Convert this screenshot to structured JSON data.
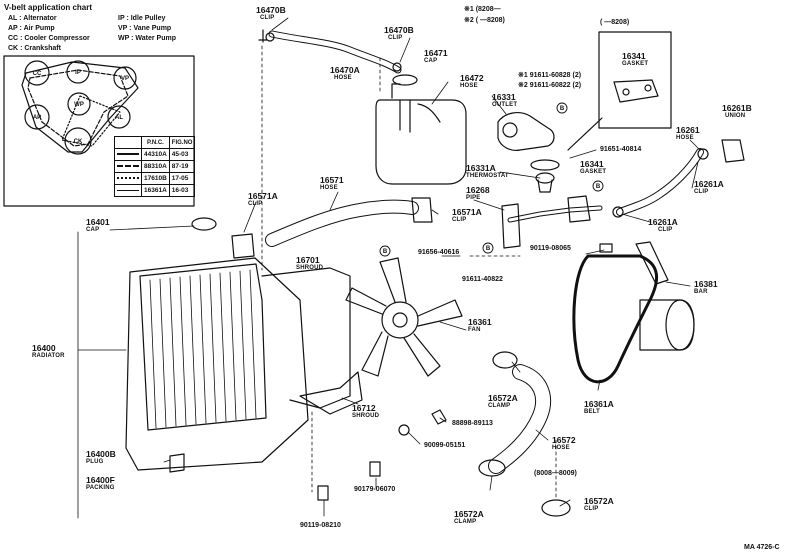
{
  "legend": {
    "title": "V-belt application chart",
    "items": [
      {
        "code": "AL",
        "desc": "Alternator"
      },
      {
        "code": "AP",
        "desc": "Air Pump"
      },
      {
        "code": "CC",
        "desc": "Cooler Compressor"
      },
      {
        "code": "CK",
        "desc": "Crankshaft"
      },
      {
        "code": "IP",
        "desc": "Idle Pulley"
      },
      {
        "code": "VP",
        "desc": "Vane Pump"
      },
      {
        "code": "WP",
        "desc": "Water Pump"
      }
    ],
    "pulleys": [
      "CC",
      "IP",
      "VP",
      "WP",
      "AP",
      "AL",
      "CK"
    ],
    "table": {
      "headers": [
        "P.N.C.",
        "FIG.NO"
      ],
      "rows": [
        {
          "pnc": "44310A",
          "fig": "45-03"
        },
        {
          "pnc": "88310A",
          "fig": "87-19"
        },
        {
          "pnc": "17610B",
          "fig": "17-05"
        },
        {
          "pnc": "16361A",
          "fig": "16-03"
        }
      ]
    }
  },
  "notes": {
    "n1": "※1 (8208—",
    "n2": "※2 (  —8208)",
    "box": "(   —8208)",
    "box2": "(8008—8009)"
  },
  "parts": {
    "p16470B_top": {
      "num": "16470B",
      "name": "CLIP"
    },
    "p16470B_2": {
      "num": "16470B",
      "name": "CLIP"
    },
    "p16470A": {
      "num": "16470A",
      "name": "HOSE"
    },
    "p16471": {
      "num": "16471",
      "name": "CAP"
    },
    "p16472": {
      "num": "16472",
      "name": "HOSE"
    },
    "p91611_1": {
      "num": "※1 91611-60828 (2)"
    },
    "p91611_2": {
      "num": "※2 91611-60822 (2)"
    },
    "p16331": {
      "num": "16331",
      "name": "OUTLET"
    },
    "p16341_box": {
      "num": "16341",
      "name": "GASKET"
    },
    "p16261B": {
      "num": "16261B",
      "name": "UNION"
    },
    "p16261": {
      "num": "16261",
      "name": "HOSE"
    },
    "p91651": {
      "num": "91651-40814"
    },
    "p16341": {
      "num": "16341",
      "name": "GASKET"
    },
    "p16331A": {
      "num": "16331A",
      "name": "THERMOSTAT"
    },
    "p16268": {
      "num": "16268",
      "name": "PIPE"
    },
    "p16261A_1": {
      "num": "16261A",
      "name": "CLIP"
    },
    "p16261A_2": {
      "num": "16261A",
      "name": "CLIP"
    },
    "p16571": {
      "num": "16571",
      "name": "HOSE"
    },
    "p16571A_1": {
      "num": "16571A",
      "name": "CLIP"
    },
    "p16571A_2": {
      "num": "16571A",
      "name": "CLIP"
    },
    "p16401": {
      "num": "16401",
      "name": "CAP"
    },
    "p91656": {
      "num": "91656-40616"
    },
    "p90119_08065": {
      "num": "90119-08065"
    },
    "p16701": {
      "num": "16701",
      "name": "SHROUD"
    },
    "p91611_40822": {
      "num": "91611-40822"
    },
    "p16381": {
      "num": "16381",
      "name": "BAR"
    },
    "p16400": {
      "num": "16400",
      "name": "RADIATOR"
    },
    "p16361": {
      "num": "16361",
      "name": "FAN"
    },
    "p16572A_1": {
      "num": "16572A",
      "name": "CLAMP"
    },
    "p16361A": {
      "num": "16361A",
      "name": "BELT"
    },
    "p16712": {
      "num": "16712",
      "name": "SHROUD"
    },
    "p88898": {
      "num": "88898-89113"
    },
    "p90099": {
      "num": "90099-05151"
    },
    "p16572": {
      "num": "16572",
      "name": "HOSE"
    },
    "p16400B": {
      "num": "16400B",
      "name": "PLUG"
    },
    "p16400F": {
      "num": "16400F",
      "name": "PACKING"
    },
    "p90179": {
      "num": "90179-06070"
    },
    "p16572A_2": {
      "num": "16572A",
      "name": "CLIP"
    },
    "p16572A_3": {
      "num": "16572A",
      "name": "CLAMP"
    },
    "p90119_08210": {
      "num": "90119-08210"
    }
  },
  "bolt_marker": "B",
  "footer": "MA 4726-C"
}
